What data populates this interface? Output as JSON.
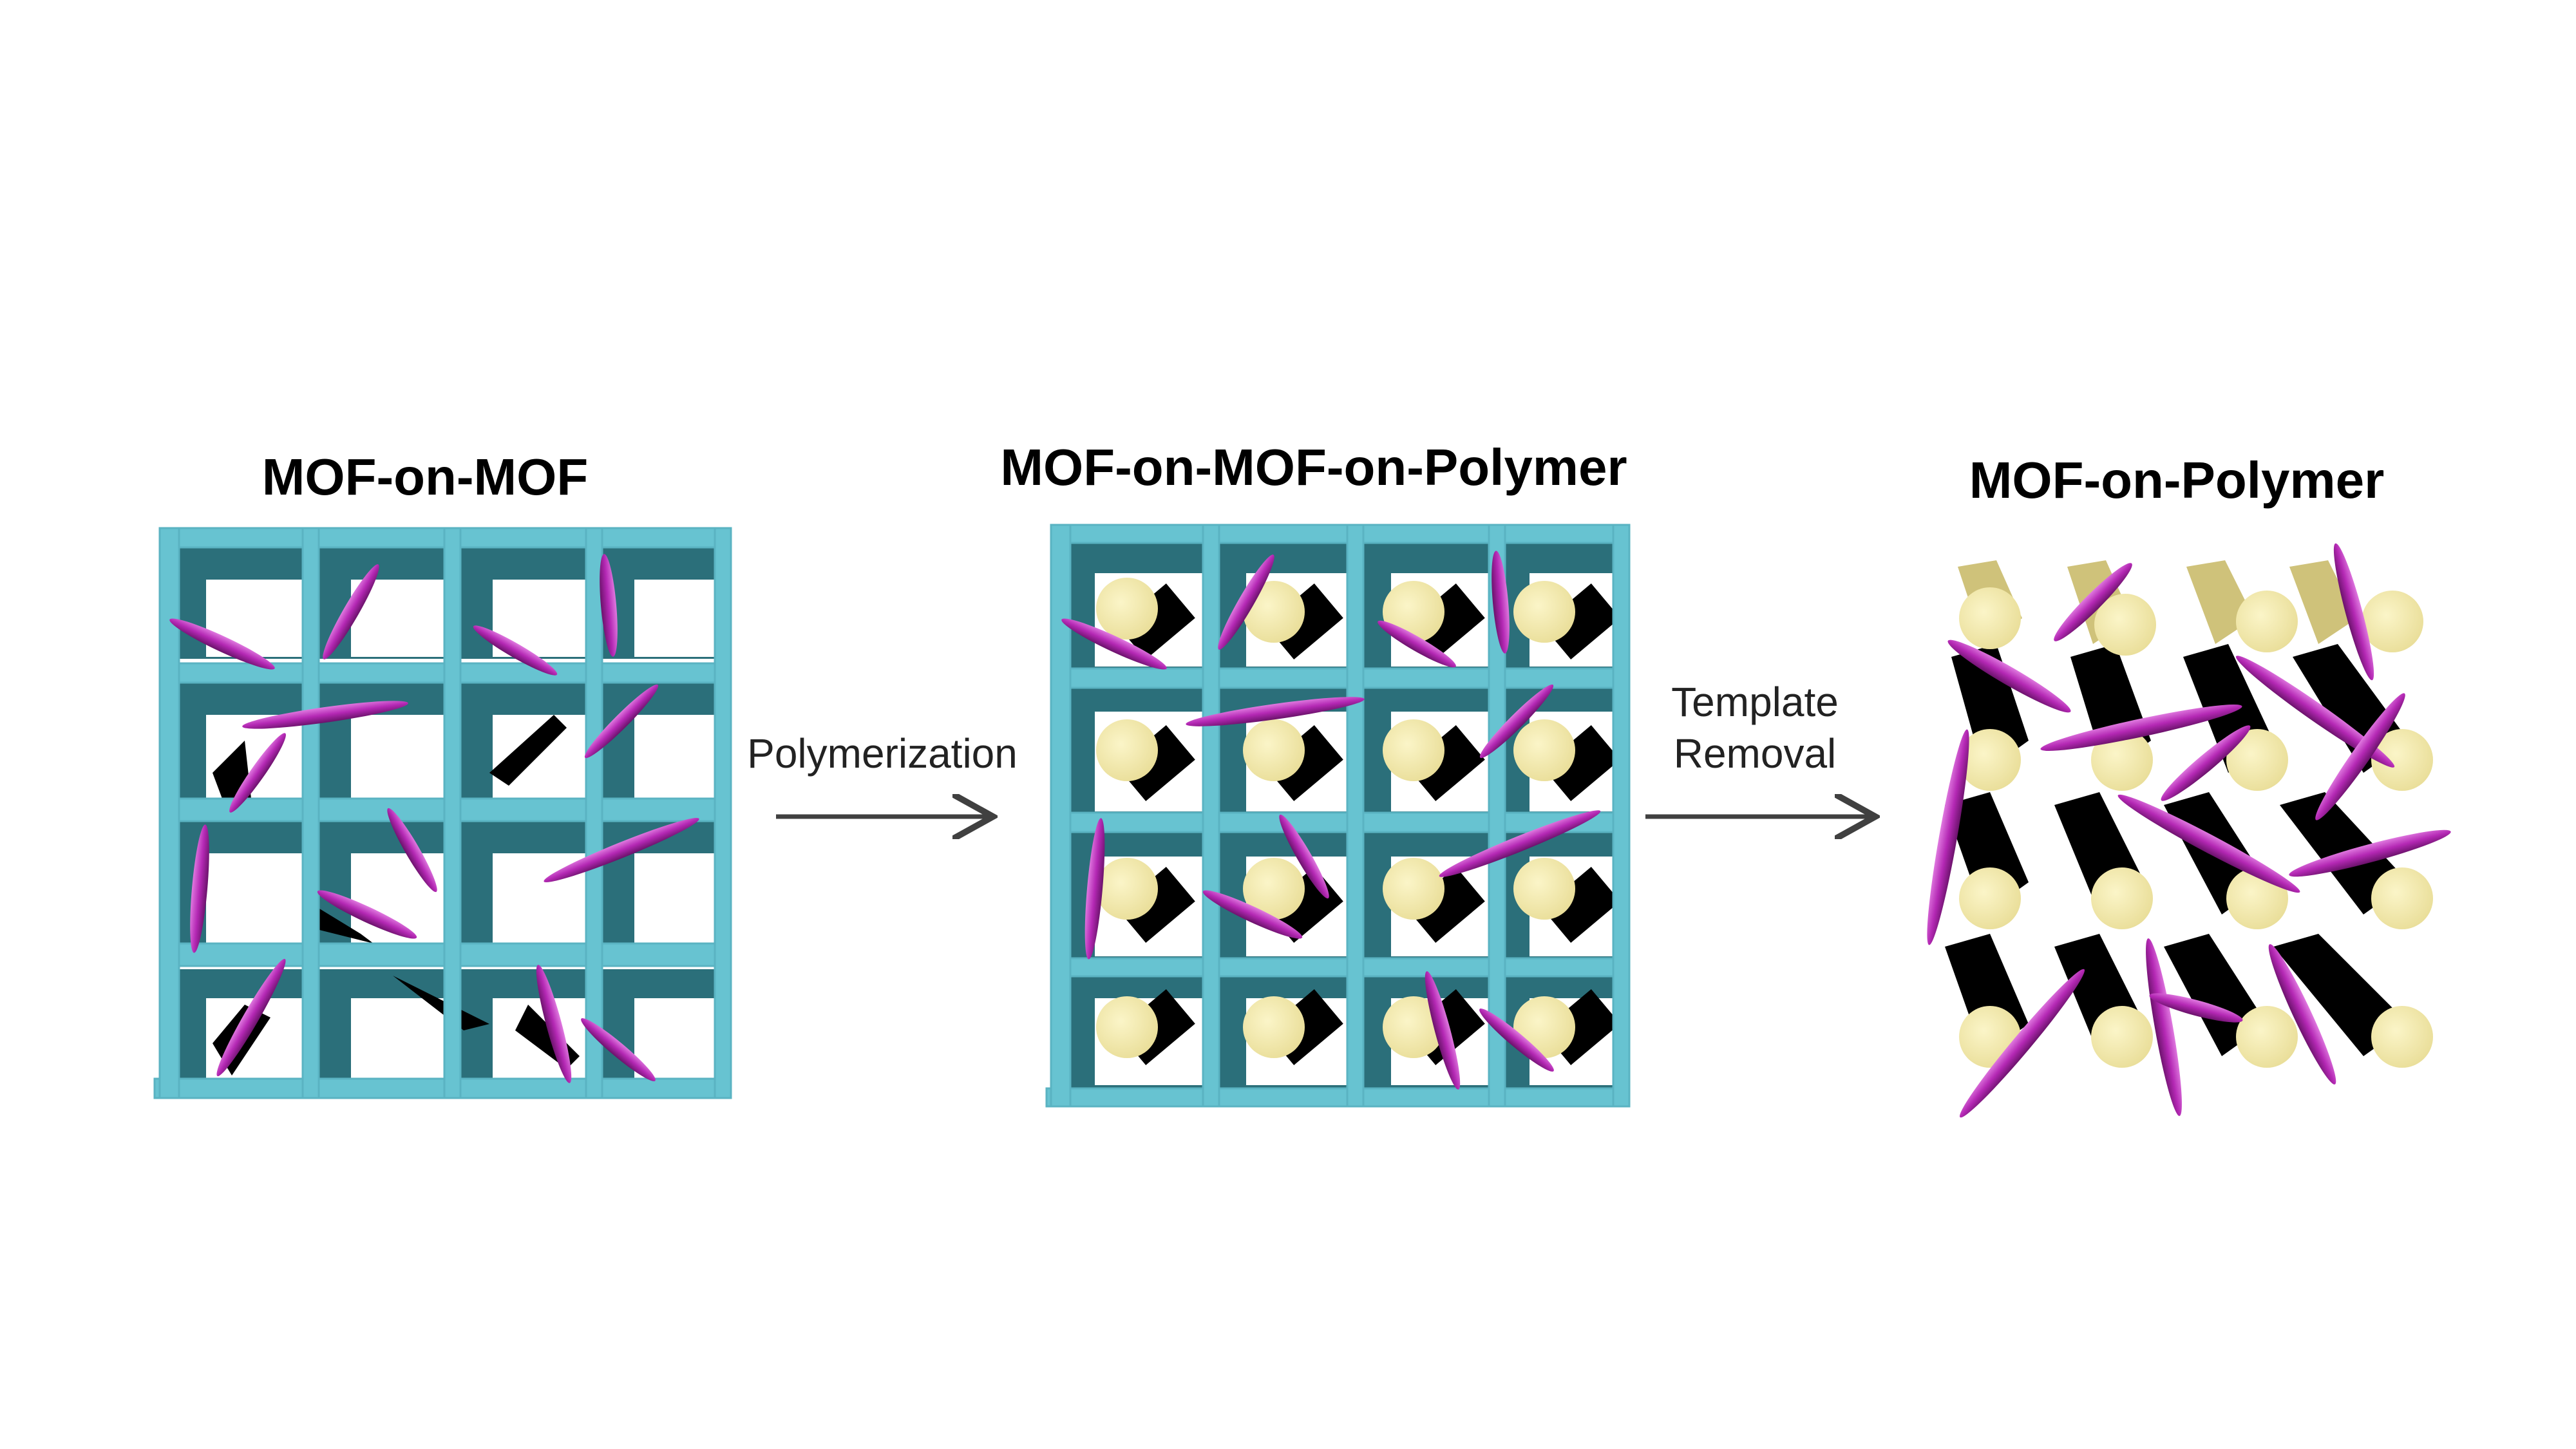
{
  "panels": {
    "left_title": "MOF-on-MOF",
    "middle_title": "MOF-on-MOF-on-Polymer",
    "right_title": "MOF-on-Polymer"
  },
  "steps": {
    "step1_label": "Polymerization",
    "step2_label_line1": "Template",
    "step2_label_line2": "Removal"
  },
  "colors": {
    "framework": "#67c3d1",
    "framework_inner": "#2b6f7a",
    "polymer": "#efe5a3",
    "polymer_shadow": "#000000",
    "needle": "#b428b4",
    "arrow": "#404040"
  }
}
